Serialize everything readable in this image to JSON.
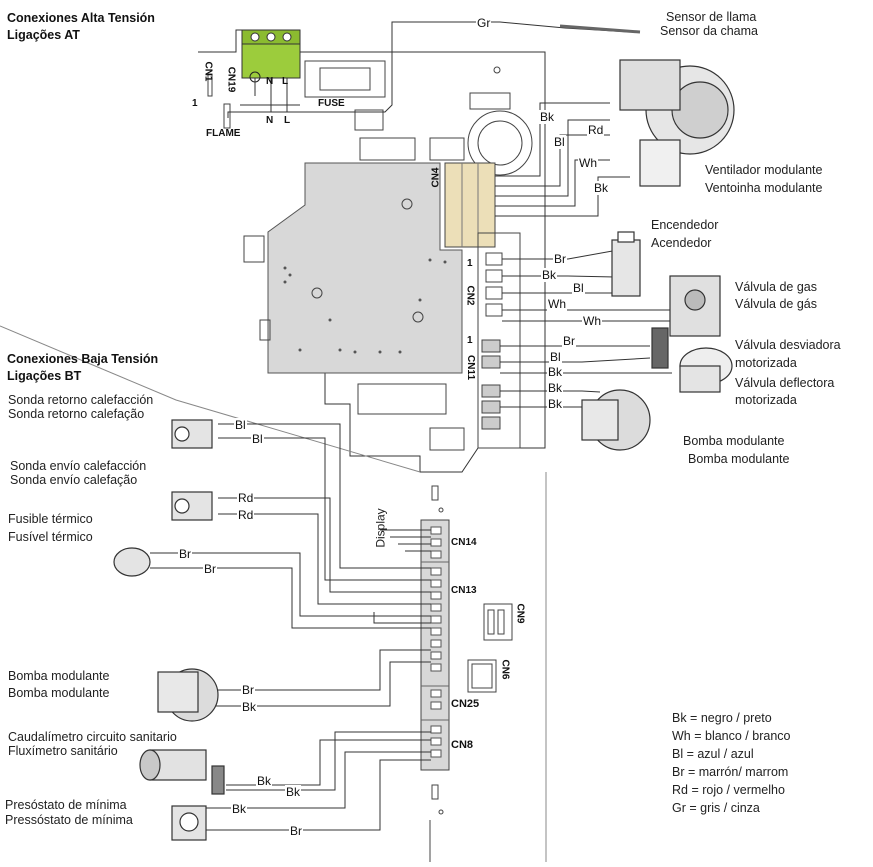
{
  "sections": {
    "high_voltage": [
      "Conexiones Alta Tensión",
      "Ligações AT"
    ],
    "low_voltage": [
      "Conexiones Baja Tensión",
      "Ligações BT"
    ]
  },
  "board_labels": {
    "cn1": "CN1",
    "cn19": "CN19",
    "n": "N",
    "l": "L",
    "fuse": "FUSE",
    "flame": "FLAME",
    "cn4": "CN4",
    "cn2": "CN2",
    "cn11": "CN11",
    "one": "1",
    "cn14": "CN14",
    "cn13": "CN13",
    "cn9": "CN9",
    "cn6": "CN6",
    "cn25": "CN25",
    "cn8": "CN8",
    "display": "Display"
  },
  "components": {
    "flame_sensor": [
      "Sensor de llama",
      "Sensor da chama"
    ],
    "fan": [
      "Ventilador modulante",
      "Ventoinha modulante"
    ],
    "igniter": [
      "Encendedor",
      "Acendedor"
    ],
    "gas_valve": [
      "Válvula de gas",
      "Válvula de gás"
    ],
    "diverter_valve": [
      "Válvula desviadora",
      "motorizada",
      "Válvula deflectora",
      "motorizada"
    ],
    "pump_right": [
      "Bomba modulante",
      "Bomba modulante"
    ],
    "return_probe": [
      "Sonda retorno calefacción",
      "Sonda retorno calefação"
    ],
    "flow_probe": [
      "Sonda envío calefacción",
      "Sonda envío calefação"
    ],
    "thermal_fuse": [
      "Fusible térmico",
      "Fusível térmico"
    ],
    "pump_left": [
      "Bomba modulante",
      "Bomba modulante"
    ],
    "flowmeter": [
      "Caudalímetro circuito sanitario",
      "Fluxímetro sanitário"
    ],
    "pressure_switch": [
      "Presóstato de mínima",
      "Pressóstato de mínima"
    ]
  },
  "wires": {
    "gr": "Gr",
    "bk": "Bk",
    "bl": "Bl",
    "rd": "Rd",
    "wh": "Wh",
    "br": "Br"
  },
  "legend": [
    "Bk = negro / preto",
    "Wh = blanco / branco",
    "Bl = azul / azul",
    "Br = marrón/ marrom",
    "Rd = rojo / vermelho",
    "Gr = gris / cinza"
  ],
  "colors": {
    "terminal_green": "#9ccc3c",
    "connector_beige": "#ecdfb8",
    "board_grey": "#d8d8d8"
  }
}
